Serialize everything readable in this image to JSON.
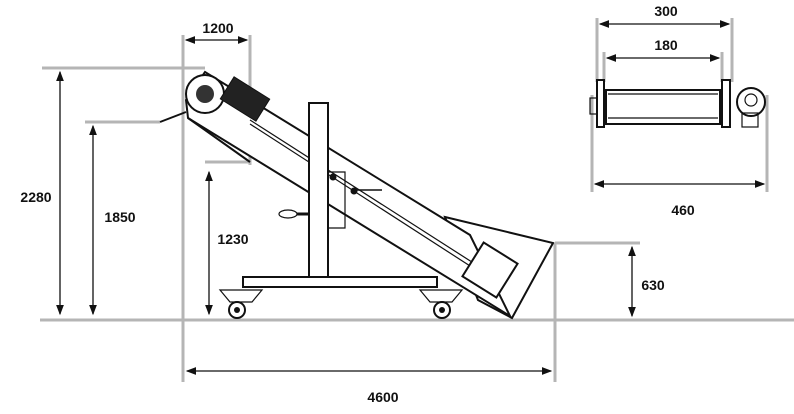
{
  "side_view": {
    "dimensions": {
      "top_width": "1200",
      "total_height": "2280",
      "discharge_height": "1850",
      "clearance_height": "1230",
      "hopper_height": "630",
      "total_length": "4600"
    }
  },
  "end_view": {
    "dimensions": {
      "frame_width": "300",
      "belt_width": "180",
      "overall_width": "460"
    }
  },
  "colors": {
    "extension_line": "#b5b5b5",
    "outline": "#111111"
  }
}
